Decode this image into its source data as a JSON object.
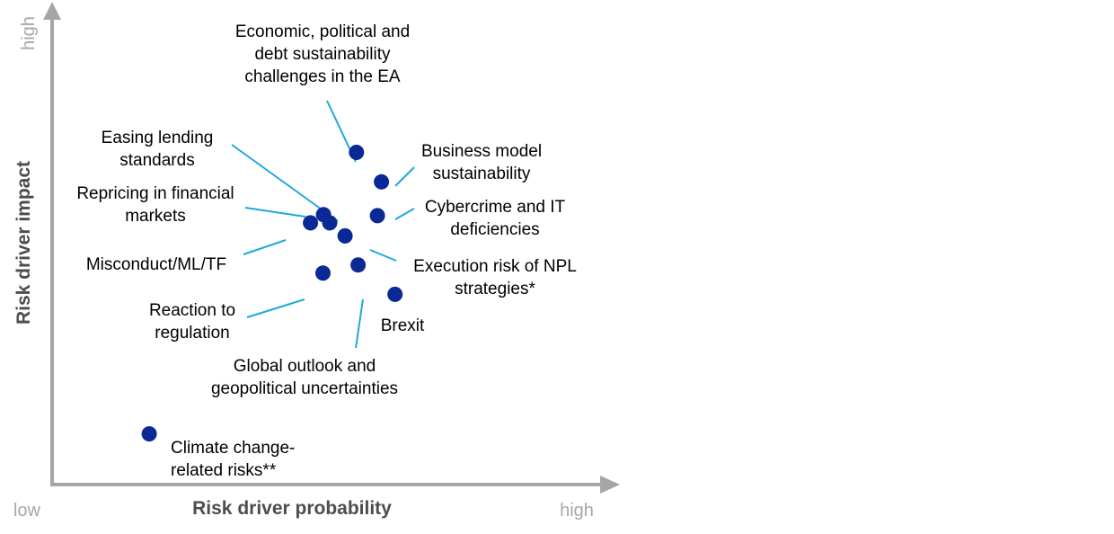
{
  "chart_data": {
    "type": "scatter",
    "xlabel": "Risk driver probability",
    "ylabel": "Risk driver impact",
    "x_low_label": "low",
    "x_high_label": "high",
    "y_high_label": "high",
    "xlim": [
      0,
      10
    ],
    "ylim": [
      0,
      10
    ],
    "grid": false,
    "colors": {
      "point": "#0a2896",
      "leader": "#1ea9dc",
      "axis": "#a6a6a6"
    },
    "points": [
      {
        "name": "Economic, political and debt sustainability challenges in the EA",
        "x": 5.36,
        "y": 6.88
      },
      {
        "name": "Business model sustainability",
        "x": 5.8,
        "y": 6.27
      },
      {
        "name": "Cybercrime and IT deficiencies",
        "x": 5.73,
        "y": 5.57
      },
      {
        "name": "Easing lending standards",
        "x": 4.89,
        "y": 5.42
      },
      {
        "name": "Repricing in financial markets",
        "x": 4.78,
        "y": 5.59
      },
      {
        "name": "Misconduct/ML/TF",
        "x": 4.55,
        "y": 5.42
      },
      {
        "name": "Execution risk of NPL strategies*",
        "x": 5.16,
        "y": 5.15
      },
      {
        "name": "Global outlook and geopolitical uncertainties",
        "x": 5.39,
        "y": 4.55
      },
      {
        "name": "Reaction to regulation",
        "x": 4.77,
        "y": 4.38
      },
      {
        "name": "Brexit",
        "x": 6.04,
        "y": 3.94
      },
      {
        "name": "Climate change-related risks**",
        "x": 1.71,
        "y": 1.05
      }
    ],
    "annotations": [
      {
        "lines": [
          "Economic, political and",
          "debt sustainability",
          "challenges in the EA"
        ]
      },
      {
        "lines": [
          "Business model",
          "sustainability"
        ]
      },
      {
        "lines": [
          "Cybercrime and IT",
          "deficiencies"
        ]
      },
      {
        "lines": [
          "Easing lending",
          "standards"
        ]
      },
      {
        "lines": [
          "Repricing in financial",
          "markets"
        ]
      },
      {
        "lines": [
          "Misconduct/ML/TF"
        ]
      },
      {
        "lines": [
          "Execution risk of NPL",
          "strategies*"
        ]
      },
      {
        "lines": [
          "Global outlook and",
          "geopolitical uncertainties"
        ]
      },
      {
        "lines": [
          "Reaction to",
          "regulation"
        ]
      },
      {
        "lines": [
          "Brexit"
        ]
      },
      {
        "lines": [
          "Climate change-",
          "related risks**"
        ]
      }
    ]
  }
}
